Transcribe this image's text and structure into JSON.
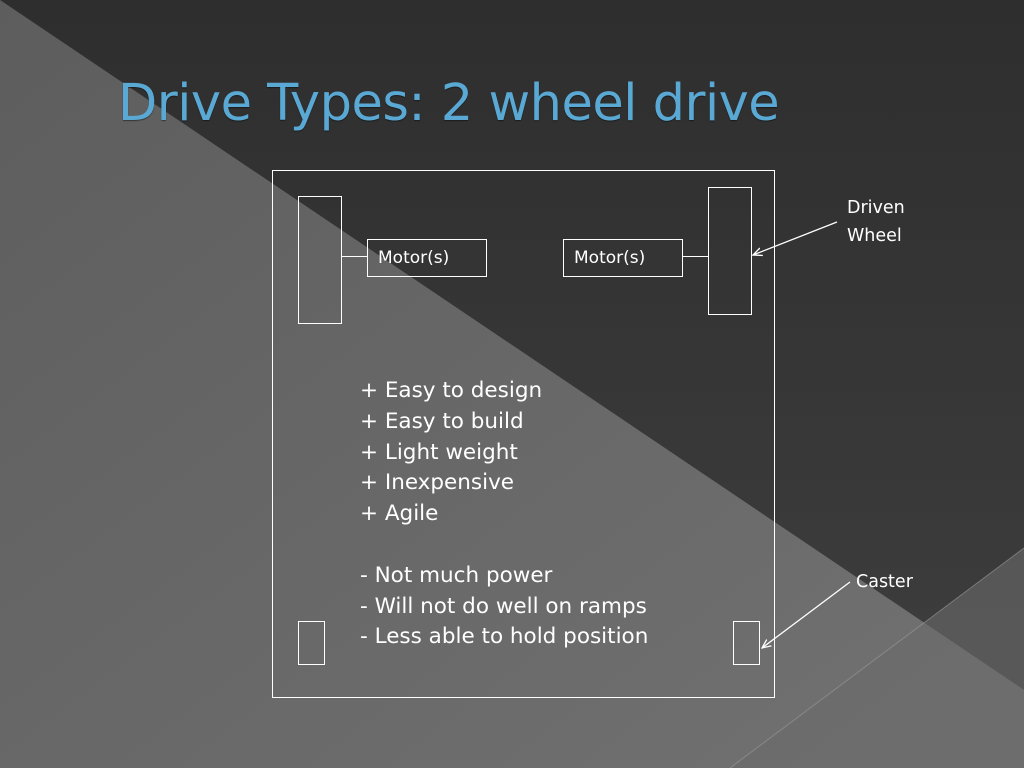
{
  "slide": {
    "title": "Drive Types: 2 wheel drive"
  },
  "diagram": {
    "motor_left_label": "Motor(s)",
    "motor_right_label": "Motor(s)",
    "callouts": {
      "driven_wheel_line1": "Driven",
      "driven_wheel_line2": "Wheel",
      "caster": "Caster"
    }
  },
  "pros": [
    "+ Easy to design",
    "+ Easy to build",
    "+ Light weight",
    "+ Inexpensive",
    "+ Agile"
  ],
  "cons": [
    "- Not much power",
    "- Will not do well on ramps",
    "- Less able to hold position"
  ],
  "colors": {
    "title": "#5aa9d4",
    "lines": "#ffffff",
    "background_dark": "#363636",
    "background_light": "#5f5f5f"
  }
}
